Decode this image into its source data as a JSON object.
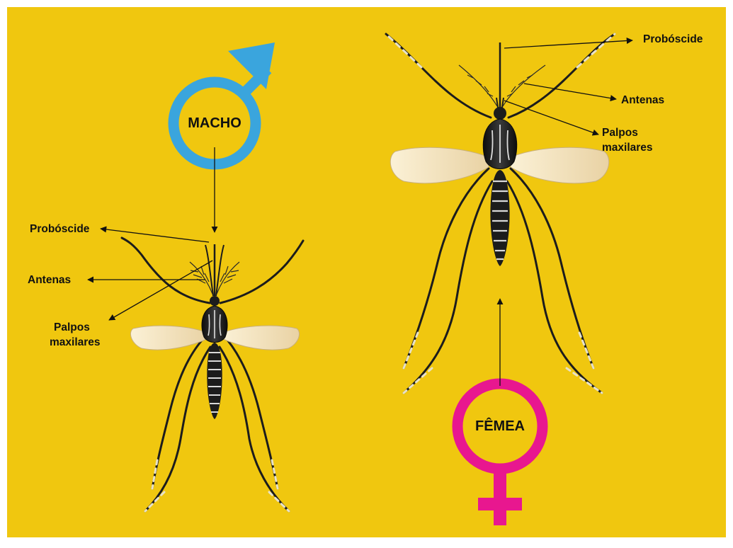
{
  "colors": {
    "background": "#f0c70f",
    "border": "#ffffff",
    "male_symbol": "#3aa5dd",
    "female_symbol": "#e8178f",
    "mosquito_body": "#1c1c1c",
    "wing": "#f5e7c4",
    "leg_band": "#e8e2c8"
  },
  "male": {
    "symbol_label": "MACHO",
    "symbol_icon": "male-symbol-icon",
    "labels": {
      "proboscis": "Probóscide",
      "antennae": "Antenas",
      "palps_line1": "Palpos",
      "palps_line2": "maxilares"
    }
  },
  "female": {
    "symbol_label": "FÊMEA",
    "symbol_icon": "female-symbol-icon",
    "labels": {
      "proboscis": "Probóscide",
      "antennae": "Antenas",
      "palps_line1": "Palpos",
      "palps_line2": "maxilares"
    }
  }
}
